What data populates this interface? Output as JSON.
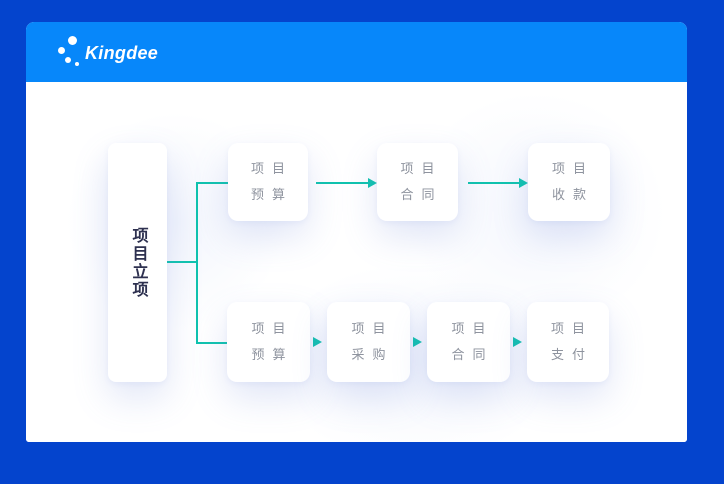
{
  "brand": {
    "logo_text": "Kingdee"
  },
  "flow": {
    "root": {
      "label": "项目立项"
    },
    "top_row": [
      {
        "line1": "项目",
        "line2": "预算"
      },
      {
        "line1": "项目",
        "line2": "合同"
      },
      {
        "line1": "项目",
        "line2": "收款"
      }
    ],
    "bottom_row": [
      {
        "line1": "项目",
        "line2": "预算"
      },
      {
        "line1": "项目",
        "line2": "采购"
      },
      {
        "line1": "项目",
        "line2": "合同"
      },
      {
        "line1": "项目",
        "line2": "支付"
      }
    ]
  },
  "colors": {
    "outer_bg": "#0444cd",
    "header_bg": "#0787fa",
    "connector": "#10c3ae",
    "box_text": "#8e939e",
    "root_text": "#2e3150"
  }
}
